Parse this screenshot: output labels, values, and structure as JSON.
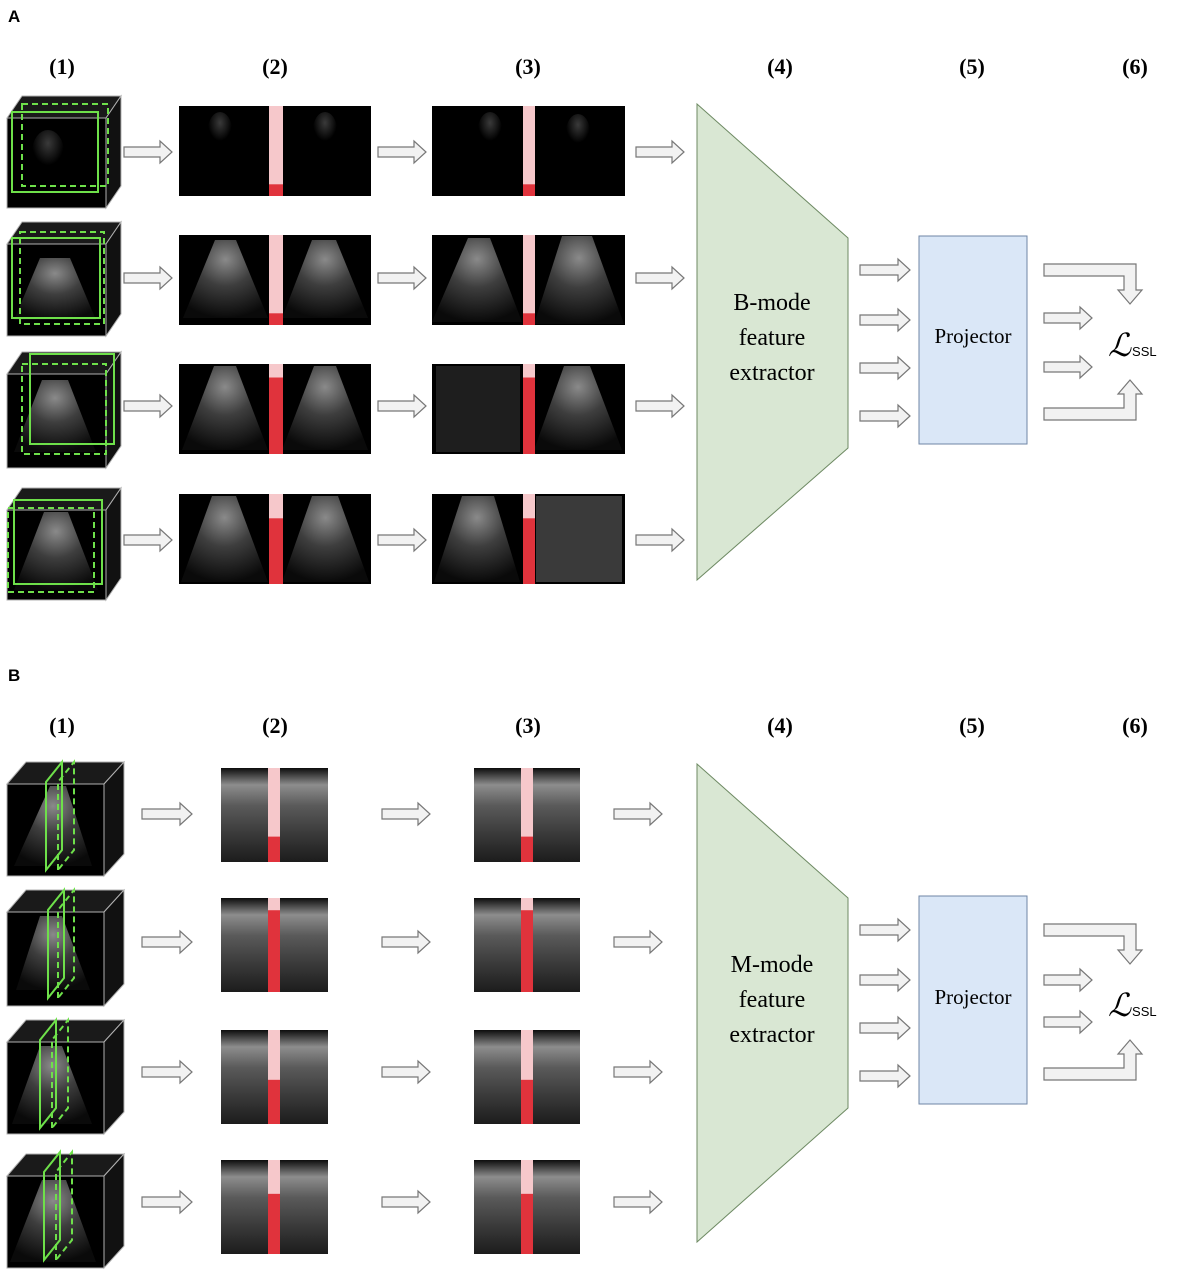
{
  "panels": [
    {
      "letter": "A",
      "steps": [
        "(1)",
        "(2)",
        "(3)",
        "(4)",
        "(5)",
        "(6)"
      ],
      "extractor_lines": [
        "B-mode",
        "feature",
        "extractor"
      ],
      "projector": "Projector",
      "loss_symbol": "ℒ",
      "loss_subscript": "SSL",
      "mask_fractions": [
        0.13,
        0.13,
        0.85,
        0.73
      ]
    },
    {
      "letter": "B",
      "steps": [
        "(1)",
        "(2)",
        "(3)",
        "(4)",
        "(5)",
        "(6)"
      ],
      "extractor_lines": [
        "M-mode",
        "feature",
        "extractor"
      ],
      "projector": "Projector",
      "loss_symbol": "ℒ",
      "loss_subscript": "SSL",
      "mask_fractions": [
        0.27,
        0.87,
        0.47,
        0.64
      ]
    }
  ],
  "colors": {
    "extractor_fill": "#d9e7d3",
    "projector_fill": "#dae7f7",
    "mask_dark": "#e0333c",
    "mask_light": "#f6c8cb",
    "frame_green": "#6ee04a",
    "arrow_fill": "#f2f2f2",
    "arrow_stroke": "#777777"
  }
}
